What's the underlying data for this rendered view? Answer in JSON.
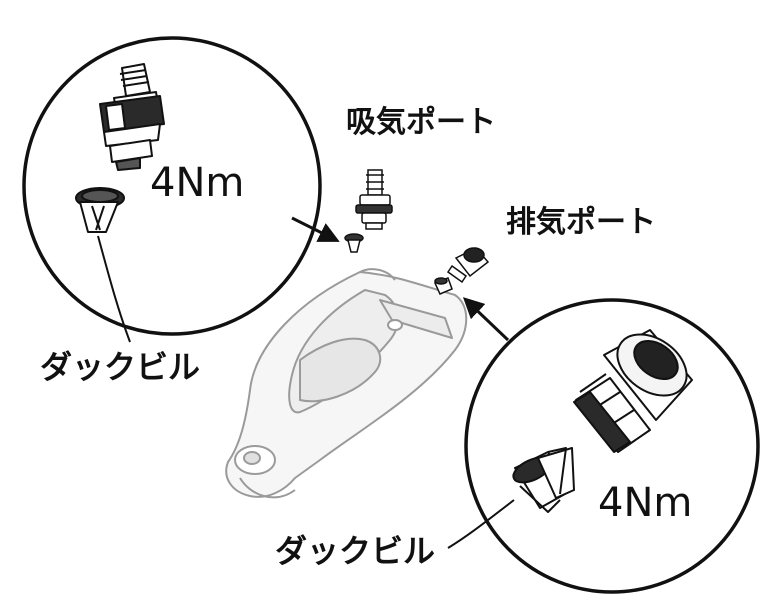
{
  "labels": {
    "intake_port": "吸気ポート",
    "exhaust_port": "排気ポート",
    "duckbill_left": "ダックビル",
    "duckbill_right": "ダックビル",
    "torque_left": "4Nm",
    "torque_right": "4Nm"
  },
  "colors": {
    "line": "#111111",
    "housing": "#9a9a9a",
    "housing_fill": "#f6f6f6",
    "background": "#ffffff"
  }
}
